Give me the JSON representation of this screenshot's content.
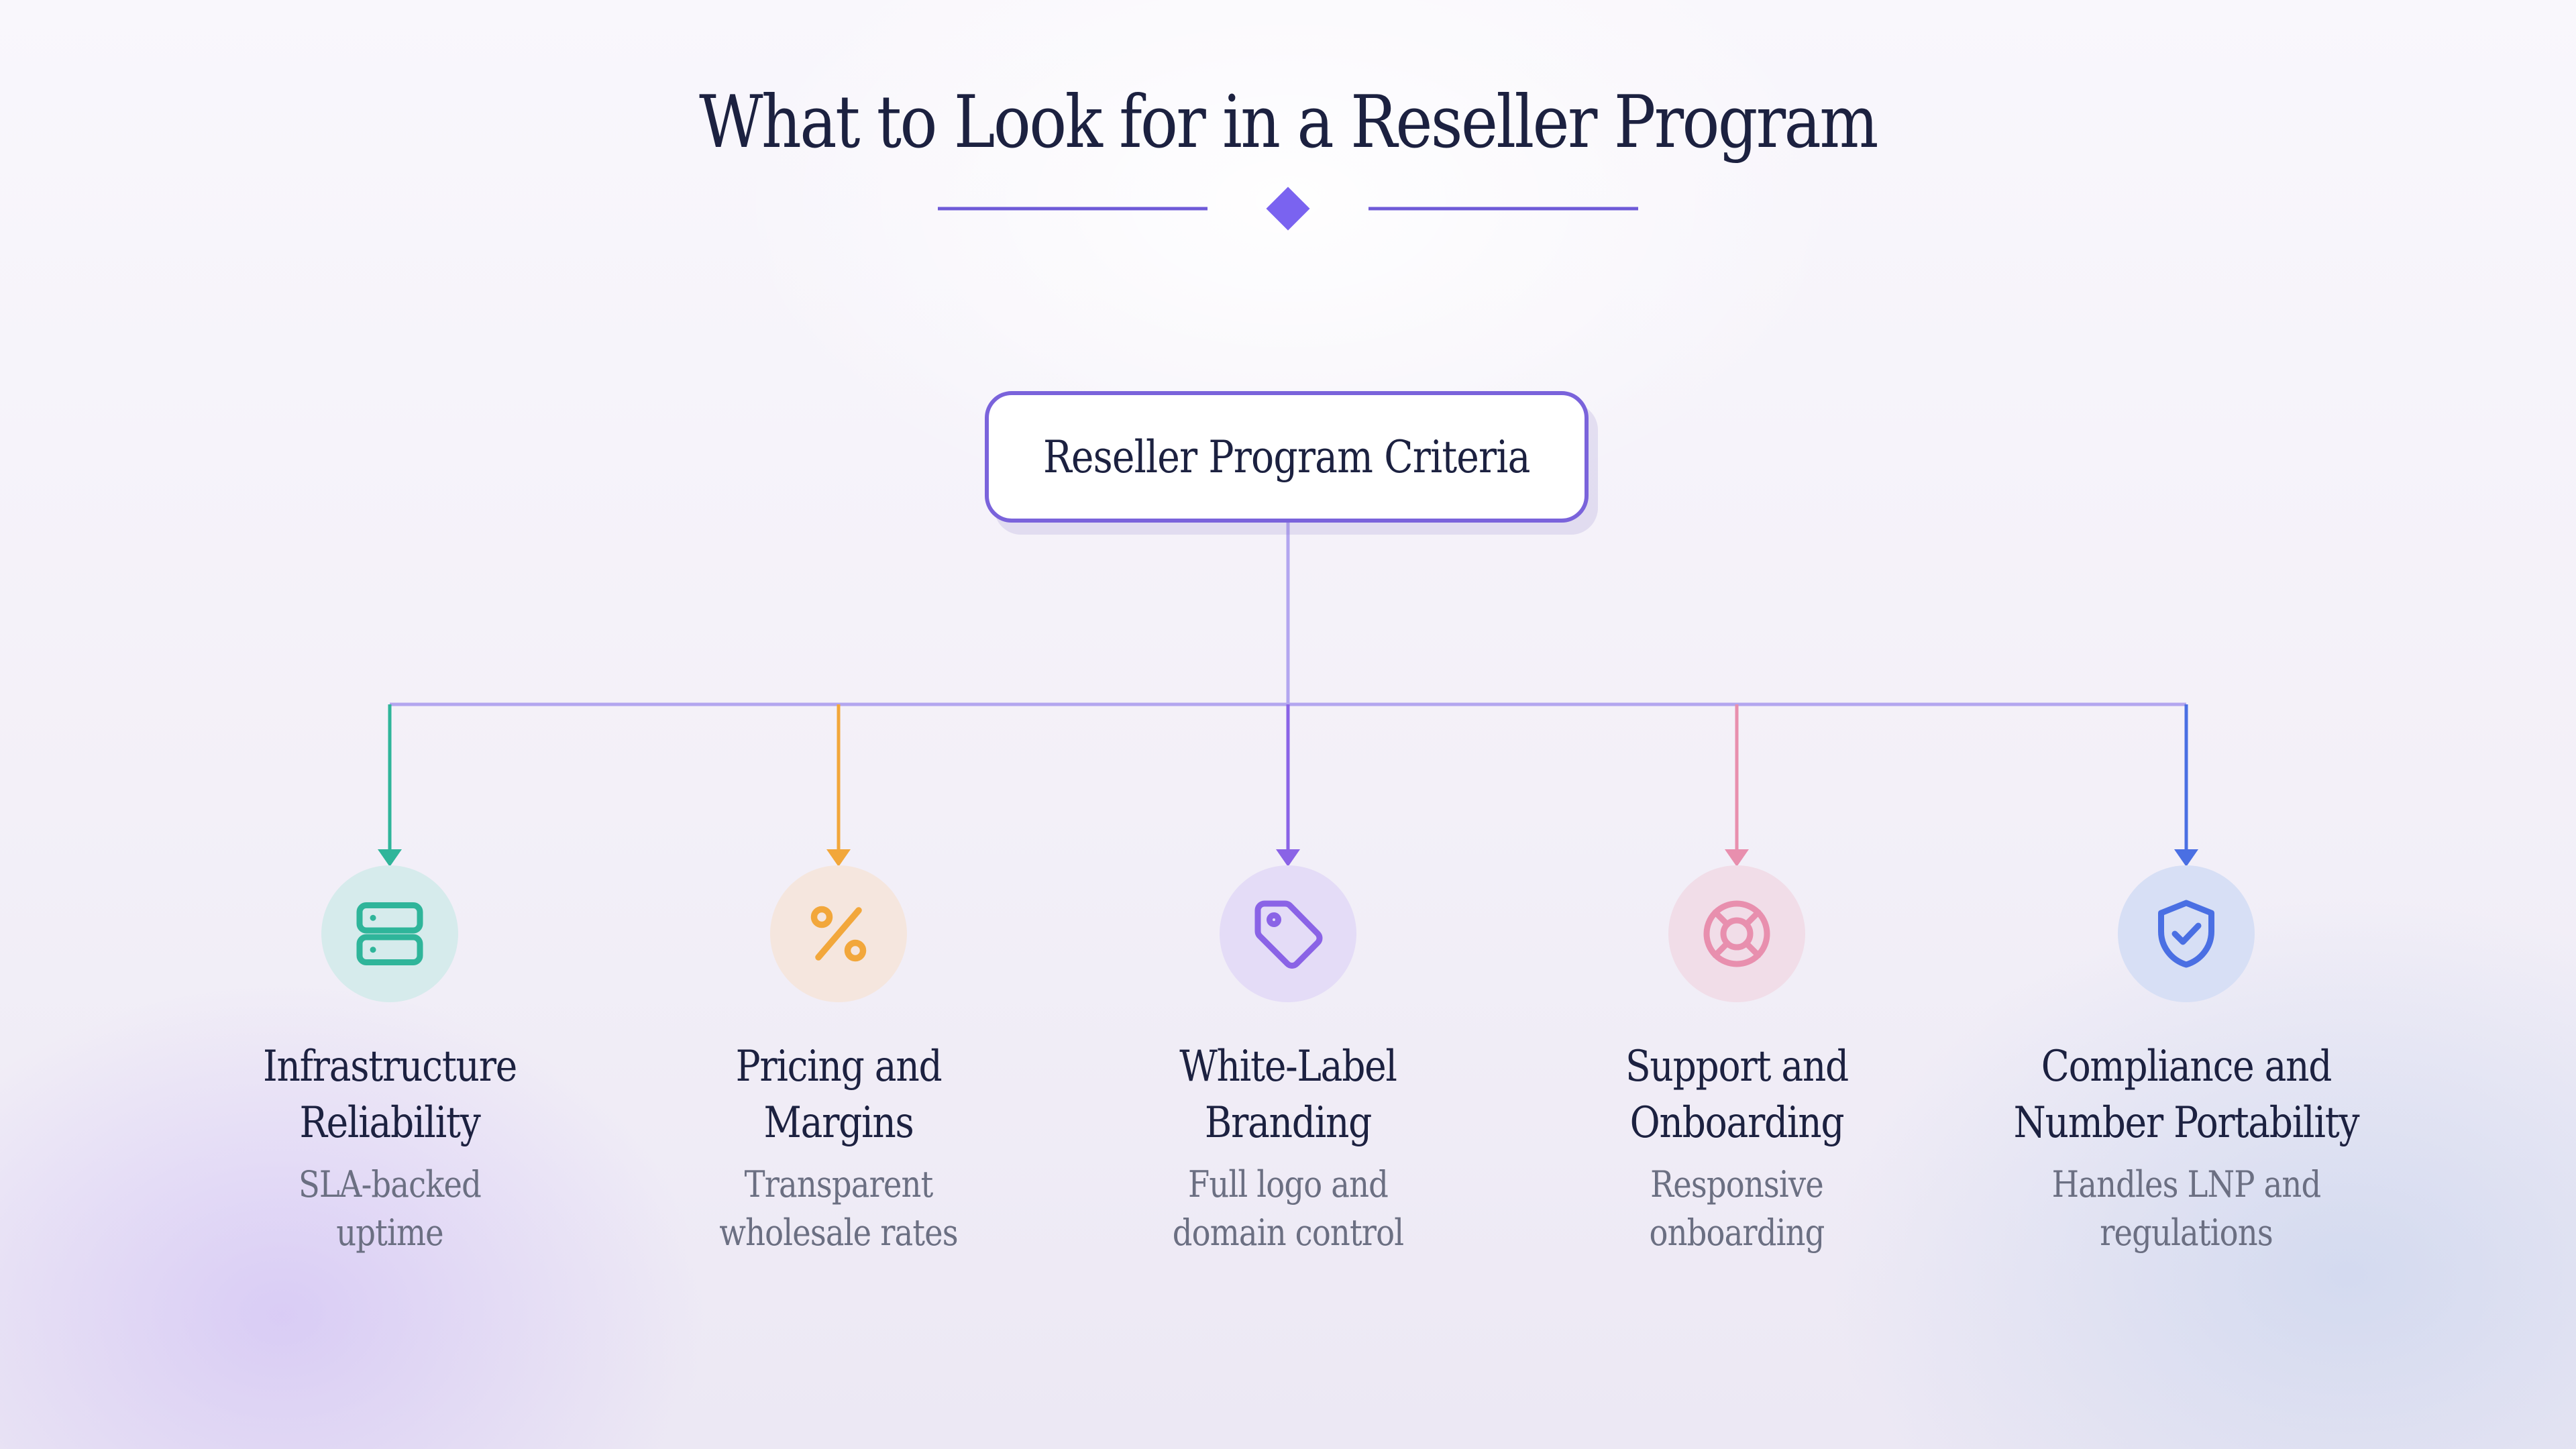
{
  "title": "What to Look for in a Reseller Program",
  "root": {
    "label": "Reseller Program Criteria"
  },
  "colors": {
    "accent": "#7a63db",
    "connector": "#b3a6ef"
  },
  "criteria": [
    {
      "title": "Infrastructure\nReliability",
      "description": "SLA-backed\nuptime",
      "icon": "server-icon",
      "color": "#2fb59a",
      "circle_bg": "#d6ebec"
    },
    {
      "title": "Pricing and\nMargins",
      "description": "Transparent\nwholesale rates",
      "icon": "percent-icon",
      "color": "#f2a73b",
      "circle_bg": "#f5e6de"
    },
    {
      "title": "White-Label\nBranding",
      "description": "Full logo and\ndomain control",
      "icon": "tag-icon",
      "color": "#8a63e6",
      "circle_bg": "#e4dcf7"
    },
    {
      "title": "Support and\nOnboarding",
      "description": "Responsive\nonboarding",
      "icon": "lifebuoy-icon",
      "color": "#e88fae",
      "circle_bg": "#f1dde8"
    },
    {
      "title": "Compliance and\nNumber Portability",
      "description": "Handles LNP and\nregulations",
      "icon": "shield-check-icon",
      "color": "#4a6fe3",
      "circle_bg": "#d7dff5"
    }
  ]
}
